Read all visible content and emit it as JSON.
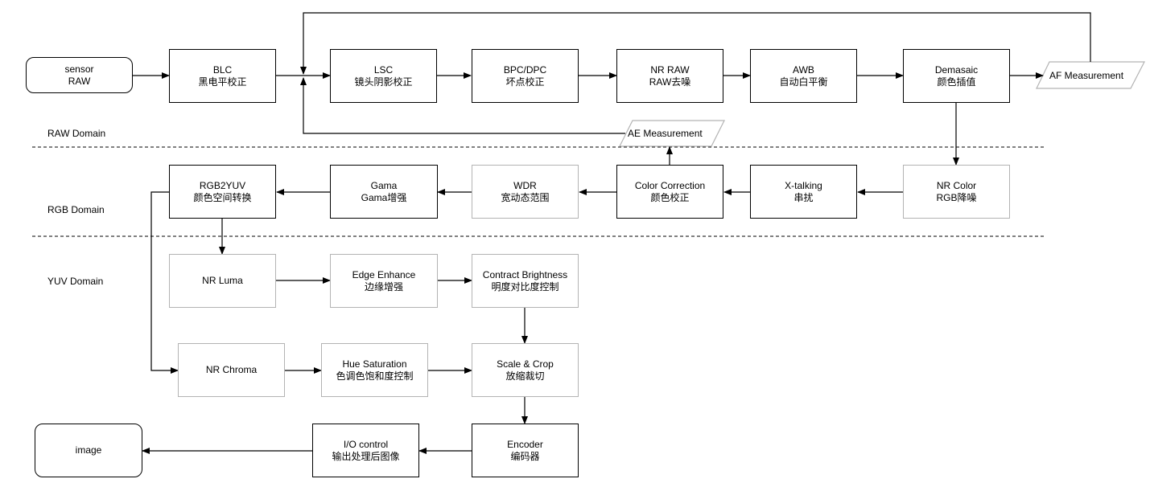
{
  "domains": {
    "raw": "RAW Domain",
    "rgb": "RGB Domain",
    "yuv": "YUV Domain"
  },
  "nodes": {
    "sensor": {
      "line1": "sensor",
      "line2": "RAW"
    },
    "blc": {
      "line1": "BLC",
      "line2": "黑电平校正"
    },
    "lsc": {
      "line1": "LSC",
      "line2": "镜头阴影校正"
    },
    "bpc": {
      "line1": "BPC/DPC",
      "line2": "坏点校正"
    },
    "nr_raw": {
      "line1": "NR RAW",
      "line2": "RAW去噪"
    },
    "awb": {
      "line1": "AWB",
      "line2": "自动白平衡"
    },
    "demosaic": {
      "line1": "Demasaic",
      "line2": "颜色插值"
    },
    "nr_color": {
      "line1": "NR Color",
      "line2": "RGB降噪"
    },
    "xtalk": {
      "line1": "X-talking",
      "line2": "串扰"
    },
    "ccm": {
      "line1": "Color Correction",
      "line2": "颜色校正"
    },
    "wdr": {
      "line1": "WDR",
      "line2": "宽动态范围"
    },
    "gama": {
      "line1": "Gama",
      "line2": "Gama增强"
    },
    "rgb2yuv": {
      "line1": "RGB2YUV",
      "line2": "颜色空间转换"
    },
    "nr_luma": {
      "line1": "NR Luma",
      "line2": ""
    },
    "edge": {
      "line1": "Edge Enhance",
      "line2": "边缘增强"
    },
    "contrast": {
      "line1": "Contract Brightness",
      "line2": "明度对比度控制"
    },
    "nr_chroma": {
      "line1": "NR Chroma",
      "line2": ""
    },
    "hue": {
      "line1": "Hue Saturation",
      "line2": "色调色饱和度控制"
    },
    "scale": {
      "line1": "Scale & Crop",
      "line2": "放缩裁切"
    },
    "encoder": {
      "line1": "Encoder",
      "line2": "编码器"
    },
    "io": {
      "line1": "I/O control",
      "line2": "输出处理后图像"
    },
    "image": {
      "line1": "image",
      "line2": ""
    }
  },
  "measurements": {
    "af": "AF Measurement",
    "ae": "AE Measurement"
  },
  "colors": {
    "stroke": "#000000",
    "light_border": "#b3b3b3",
    "background": "#ffffff"
  }
}
